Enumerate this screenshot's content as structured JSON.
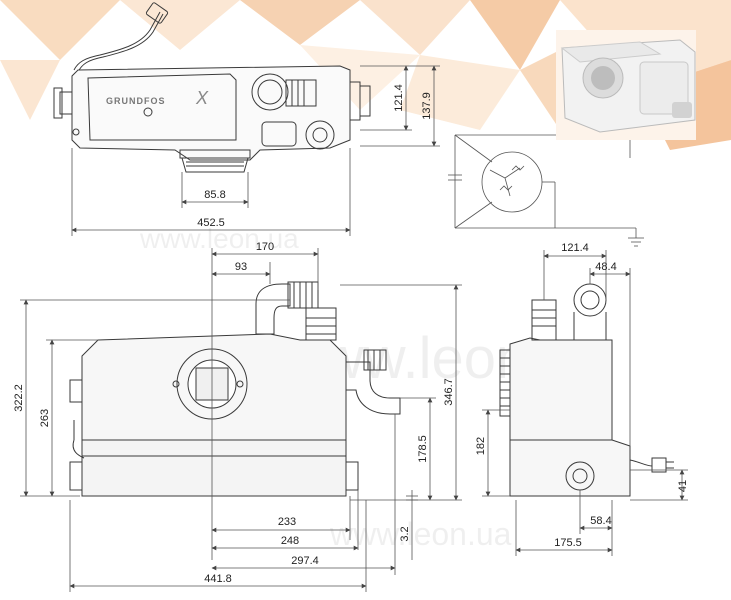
{
  "dimensions": {
    "top_view": {
      "width": "452.5",
      "outlet": "85.8",
      "height_a": "121.4",
      "height_b": "137.9"
    },
    "front_view": {
      "d170": "170",
      "d93": "93",
      "h322": "322.2",
      "h263": "263",
      "h346": "346.7",
      "h178": "178.5",
      "h3": "3.2",
      "w233": "233",
      "w248": "248",
      "w297": "297.4",
      "w441": "441.8"
    },
    "side_view": {
      "d121": "121.4",
      "d48": "48.4",
      "h182": "182",
      "h41": "41",
      "w58": "58.4",
      "w175": "175.5"
    }
  },
  "brand": {
    "logo_text": "GRUNDFOS",
    "logo_mark": "X"
  },
  "watermark": {
    "text": "www.leon.ua"
  },
  "colors": {
    "line": "#3a3a3a",
    "dim_line": "#555555",
    "body_fill": "#f7f7f7",
    "background_accent": [
      "#f6d8b8",
      "#f3c8a0",
      "#fbe6d0"
    ]
  }
}
